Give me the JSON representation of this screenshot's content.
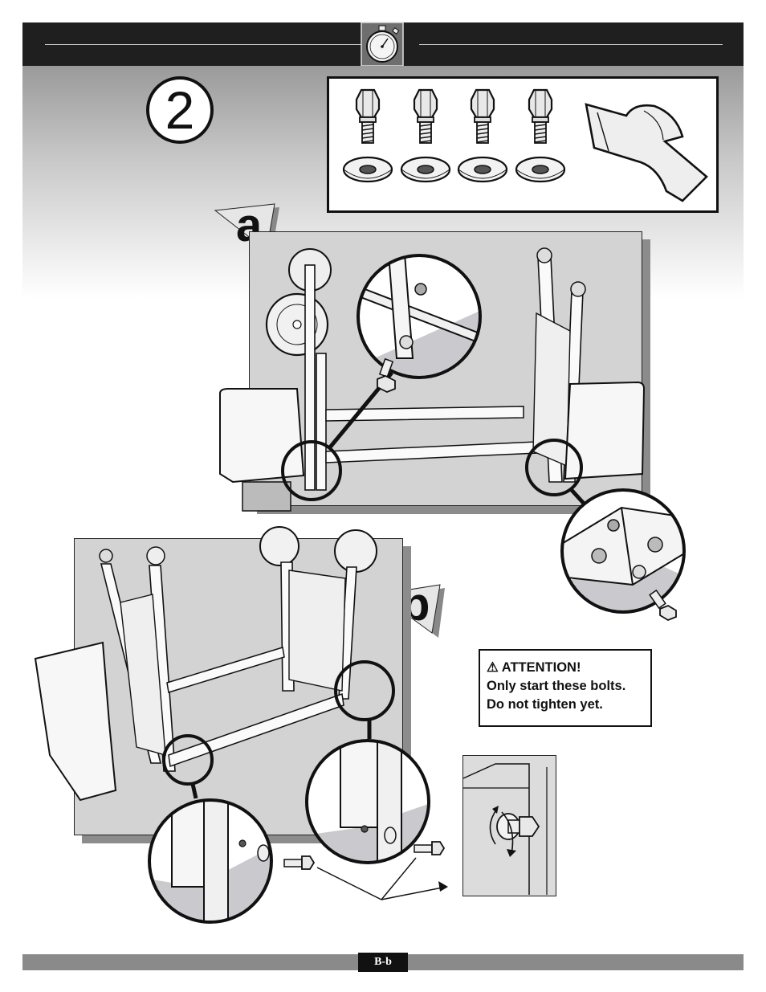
{
  "step": {
    "number": "2"
  },
  "sections": [
    {
      "label": "a"
    },
    {
      "label": "b"
    }
  ],
  "attention": {
    "title": "ATTENTION!",
    "line1": "Only start these bolts.",
    "line2": "Do not tighten yet."
  },
  "footer": {
    "page_label": "B-b"
  },
  "icons": {
    "timer": "stopwatch-icon",
    "warning": "warning-triangle-icon"
  },
  "colors": {
    "header_bar": "#1f1f1f",
    "panel_fill": "#d3d3d4",
    "panel_shadow": "#8c8c8c",
    "footer_bar": "#8a8a8a"
  },
  "parts": {
    "bolts": 4,
    "washers": 4,
    "bracket": 1
  }
}
